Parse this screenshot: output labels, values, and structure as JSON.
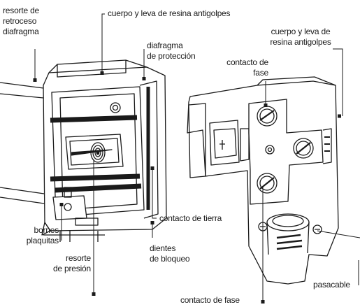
{
  "labels": {
    "resorte_retroceso": "resorte de\nretroceso\ndiafragma",
    "cuerpo_leva_left": "cuerpo y leva de resina antigolpes",
    "diafragma_proteccion": "diafragma\nde protección",
    "contacto_fase_top": "contacto de\nfase",
    "cuerpo_leva_right": "cuerpo y leva de\nresina antigolpes",
    "contacto_tierra": "contacto de tierra",
    "bornes_plaquitas": "bornes\nplaquitas",
    "dientes_bloqueo": "dientes\nde bloqueo",
    "resorte_presion": "resorte\nde presión",
    "pasacable": "pasacable",
    "contacto_fase_bottom": "contacto de fase"
  },
  "colors": {
    "line": "#1a1a1a",
    "text": "#1a1a1a",
    "background": "#ffffff"
  }
}
